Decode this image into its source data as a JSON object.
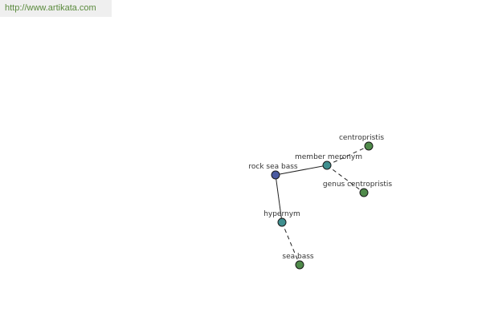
{
  "banner": {
    "url_text": "http://www.artikata.com"
  },
  "colors": {
    "root": "#4a5aa0",
    "relation": "#3f8f8f",
    "leaf": "#4f8a4a",
    "url_text": "#5a8a3c"
  },
  "diagram": {
    "nodes": [
      {
        "id": "rock-sea-bass",
        "label": "rock sea bass",
        "kind": "root"
      },
      {
        "id": "member-meronym",
        "label": "member meronym",
        "kind": "relation"
      },
      {
        "id": "hypernym",
        "label": "hypernym",
        "kind": "relation"
      },
      {
        "id": "centropristis",
        "label": "centropristis",
        "kind": "leaf"
      },
      {
        "id": "genus-centropristis",
        "label": "genus centropristis",
        "kind": "leaf"
      },
      {
        "id": "sea-bass",
        "label": "sea bass",
        "kind": "leaf"
      }
    ],
    "edges": [
      {
        "from": "rock-sea-bass",
        "to": "member-meronym",
        "style": "solid"
      },
      {
        "from": "rock-sea-bass",
        "to": "hypernym",
        "style": "solid"
      },
      {
        "from": "member-meronym",
        "to": "centropristis",
        "style": "dashed"
      },
      {
        "from": "member-meronym",
        "to": "genus-centropristis",
        "style": "dashed"
      },
      {
        "from": "hypernym",
        "to": "sea-bass",
        "style": "dashed"
      }
    ]
  }
}
